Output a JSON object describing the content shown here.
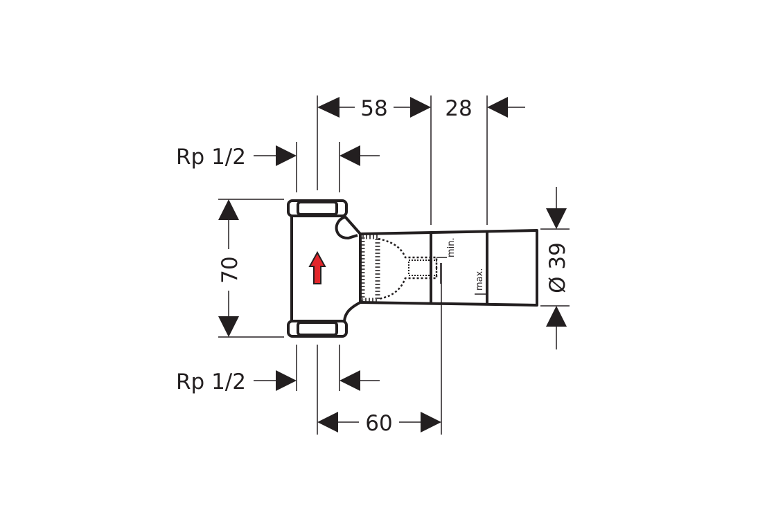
{
  "dimensions": {
    "top_width": "58",
    "top_right": "28",
    "thread_top": "Rp 1/2",
    "thread_bottom": "Rp 1/2",
    "height": "70",
    "diameter": "Ø 39",
    "bottom_width": "60",
    "min_label": "min.",
    "max_label": "max."
  },
  "colors": {
    "line": "#231f20",
    "flow_arrow": "#e3262b"
  }
}
